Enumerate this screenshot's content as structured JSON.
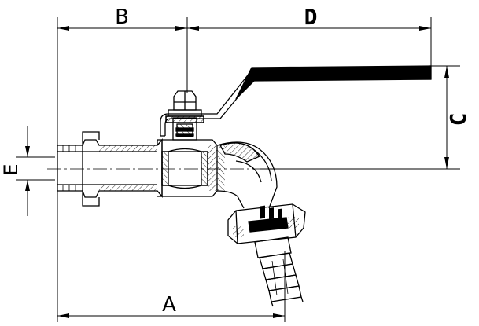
{
  "drawing": {
    "dimensions": {
      "a": "A",
      "b": "B",
      "c": "C",
      "d": "D",
      "e": "E"
    },
    "colors": {
      "line": "#000000",
      "hatch": "#000000",
      "handle_grip": "#000000",
      "background": "#ffffff"
    }
  }
}
